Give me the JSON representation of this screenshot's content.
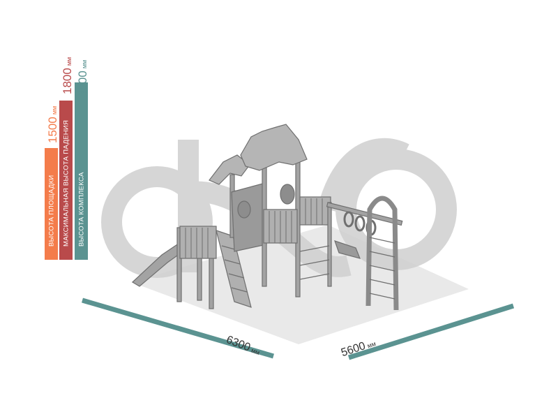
{
  "heights": [
    {
      "id": "platform",
      "label": "ВЫСОТА ПЛОЩАДКИ",
      "value": "1500",
      "unit": "мм",
      "color": "#f47c4b"
    },
    {
      "id": "fall",
      "label": "МАКСИМАЛЬНАЯ ВЫСОТА ПАДЕНИЯ",
      "value": "1800",
      "unit": "мм",
      "color": "#b94a4b"
    },
    {
      "id": "complex",
      "label": "ВЫСОТА КОМПЛЕКСА",
      "value": "3800",
      "unit": "мм",
      "color": "#5b9391"
    }
  ],
  "dimensions": {
    "length": {
      "value": "6300",
      "unit": "мм"
    },
    "width": {
      "value": "5600",
      "unit": "мм"
    }
  },
  "colors": {
    "dimension_line": "#5b9391",
    "ground": "#e9e9e9",
    "structure": "#9e9e9e",
    "watermark": "#d0d0d0"
  }
}
